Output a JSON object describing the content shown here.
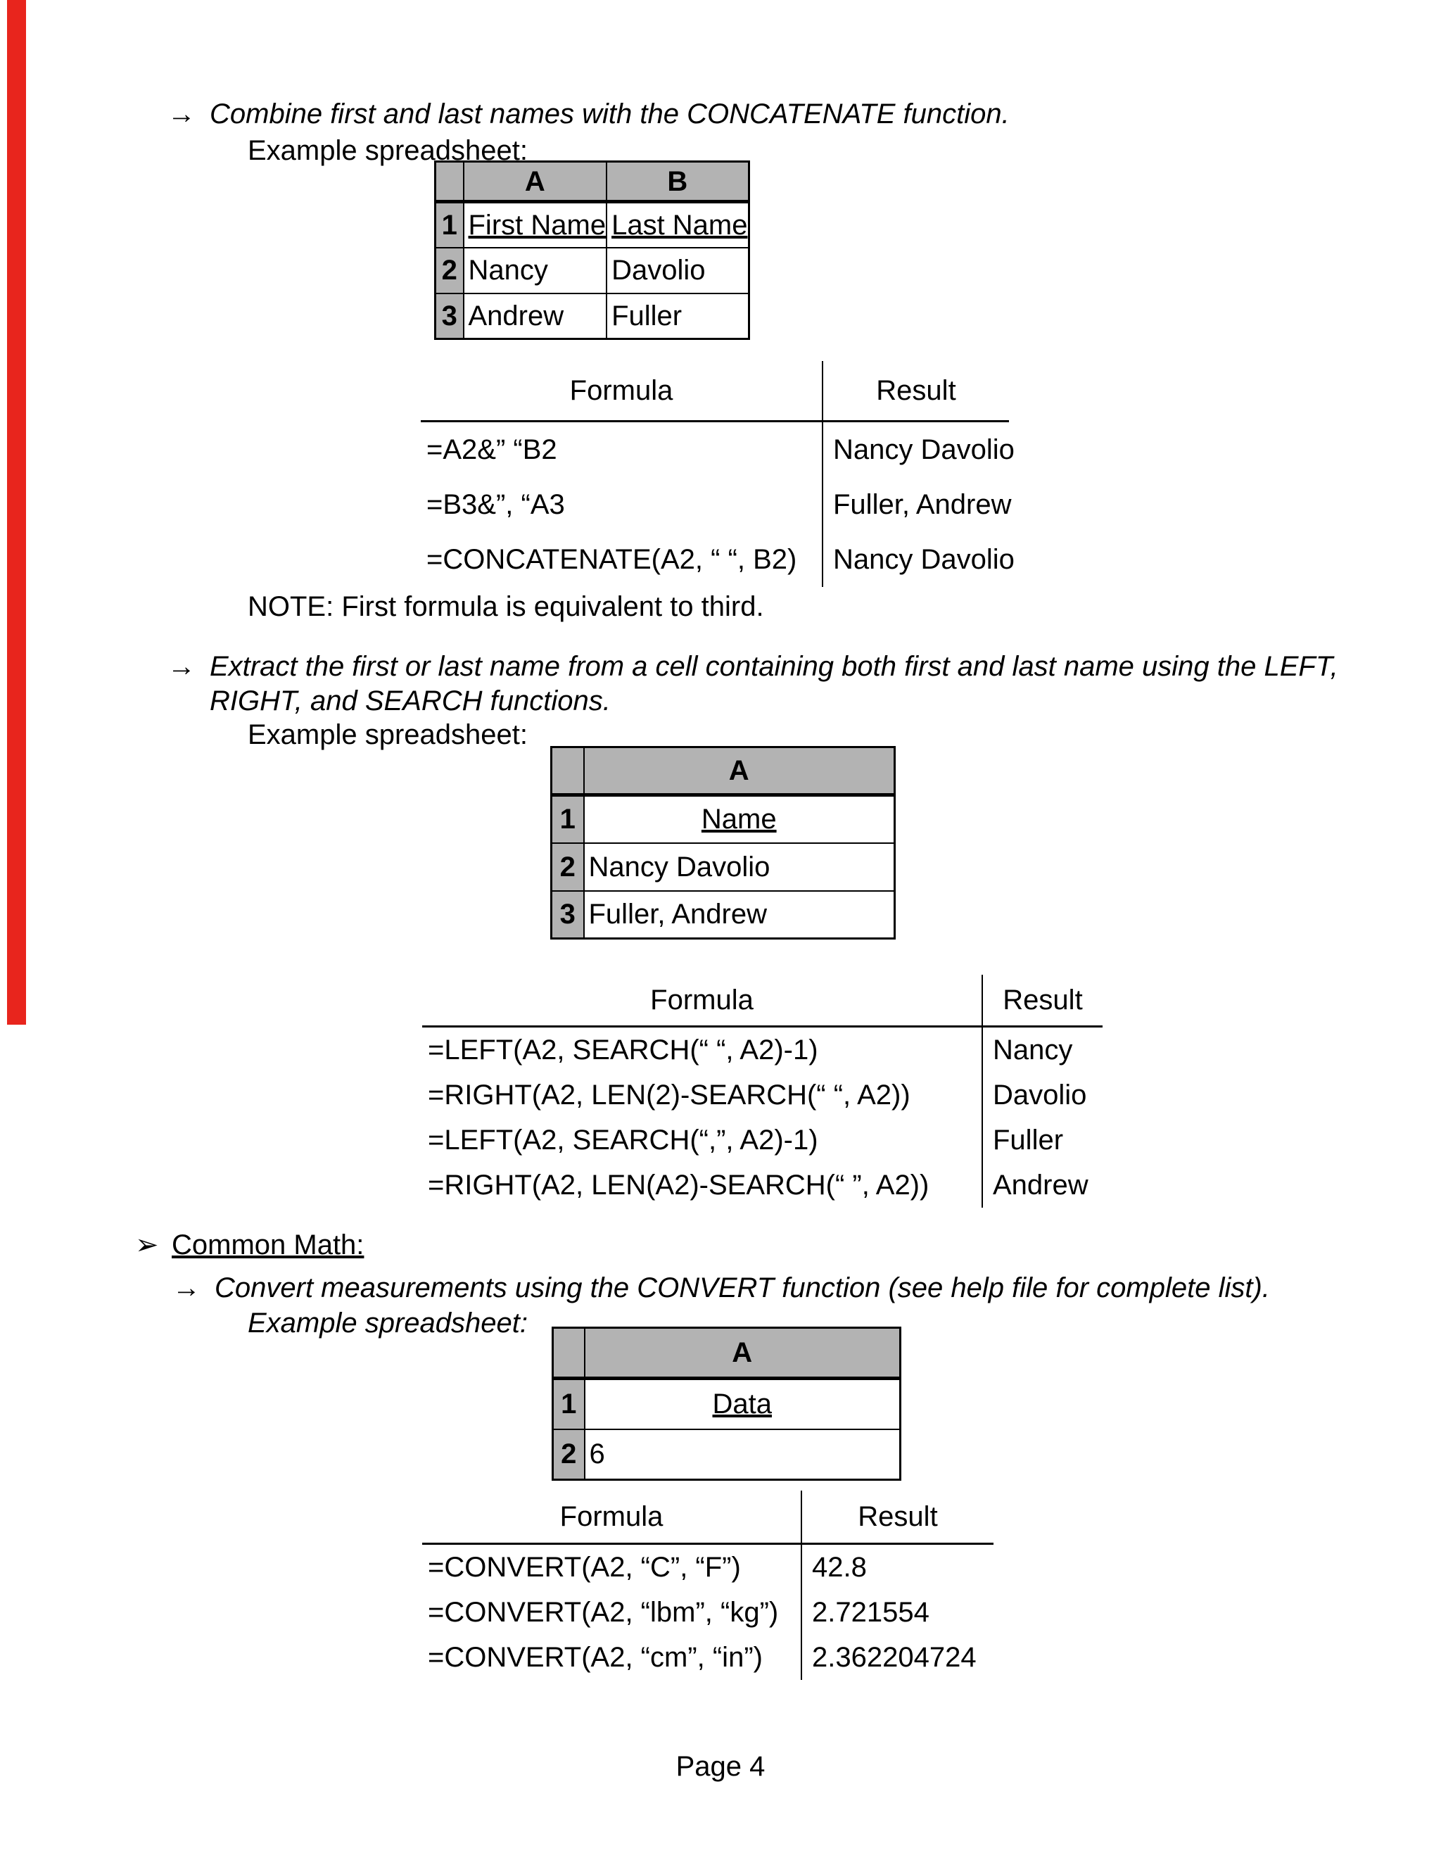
{
  "page": {
    "background": "#ffffff",
    "stripe_color": "#e8251d",
    "table_header_gray": "#b3b3b3",
    "footer_label": "Page 4"
  },
  "section1": {
    "bullet_icon": "→",
    "title": "Combine first and last names with the CONCATENATE function.",
    "example_label": "Example spreadsheet:",
    "sheet": {
      "col_headers": [
        "A",
        "B"
      ],
      "rows": [
        {
          "num": "1",
          "a": "First Name",
          "b": "Last Name"
        },
        {
          "num": "2",
          "a": "Nancy",
          "b": "Davolio"
        },
        {
          "num": "3",
          "a": "Andrew",
          "b": "Fuller"
        }
      ]
    },
    "formula_table": {
      "formula_header": "Formula",
      "result_header": "Result",
      "rows": [
        {
          "formula": "=A2&” “B2",
          "result": "Nancy Davolio"
        },
        {
          "formula": "=B3&”, “A3",
          "result": "Fuller, Andrew"
        },
        {
          "formula": "=CONCATENATE(A2, “ “, B2)",
          "result": "Nancy Davolio"
        }
      ]
    },
    "note": "NOTE: First formula is equivalent to third."
  },
  "section2": {
    "bullet_icon": "→",
    "title": "Extract the first or last name from a cell containing both first and last name using the LEFT, RIGHT, and SEARCH functions.",
    "example_label": "Example spreadsheet:",
    "sheet": {
      "col_headers": [
        "A"
      ],
      "rows": [
        {
          "num": "1",
          "a": "Name"
        },
        {
          "num": "2",
          "a": "Nancy Davolio"
        },
        {
          "num": "3",
          "a": "Fuller, Andrew"
        }
      ]
    },
    "formula_table": {
      "formula_header": "Formula",
      "result_header": "Result",
      "rows": [
        {
          "formula": "=LEFT(A2, SEARCH(“ “, A2)-1)",
          "result": "Nancy"
        },
        {
          "formula": "=RIGHT(A2, LEN(2)-SEARCH(“ “, A2))",
          "result": "Davolio"
        },
        {
          "formula": "=LEFT(A2, SEARCH(“,”, A2)-1)",
          "result": "Fuller"
        },
        {
          "formula": "=RIGHT(A2, LEN(A2)-SEARCH(“ ”, A2))",
          "result": "Andrew"
        }
      ]
    }
  },
  "section3": {
    "bullet_icon": "➢",
    "heading": "Common Math:",
    "sub_bullet_icon": "→",
    "title": "Convert measurements using the CONVERT function (see help file for complete list).",
    "example_label": "Example spreadsheet:",
    "sheet": {
      "col_headers": [
        "A"
      ],
      "rows": [
        {
          "num": "1",
          "a": "Data"
        },
        {
          "num": "2",
          "a": "6"
        }
      ]
    },
    "formula_table": {
      "formula_header": "Formula",
      "result_header": "Result",
      "rows": [
        {
          "formula": "=CONVERT(A2, “C”, “F”)",
          "result": "42.8"
        },
        {
          "formula": "=CONVERT(A2, “lbm”, “kg”)",
          "result": "2.721554"
        },
        {
          "formula": "=CONVERT(A2, “cm”, “in”)",
          "result": "2.362204724"
        }
      ]
    }
  }
}
